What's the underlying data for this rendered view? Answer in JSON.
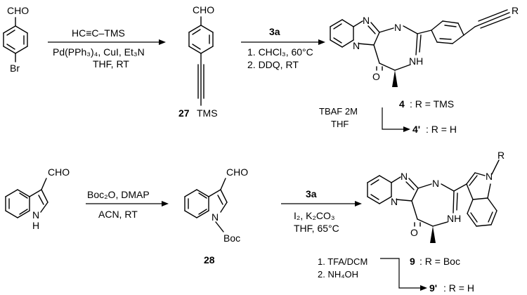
{
  "row1": {
    "sm_cho": "CHO",
    "sm_br": "Br",
    "step1_above": "HC≡C–TMS",
    "step1_below": [
      "Pd(PPh₃)₄, CuI, Et₃N",
      "THF, RT"
    ],
    "int_cho": "CHO",
    "int_tms": "TMS",
    "int_label": "27",
    "step2_above": "3a",
    "step2_below": [
      "1. CHCl₃, 60°C",
      "2. DDQ, RT"
    ],
    "prod_atoms": {
      "N1": "N",
      "N2": "N",
      "N3": "N",
      "NH": "NH",
      "O": "O",
      "R": "R"
    },
    "prod_label": "4",
    "prod_R": ": R = TMS",
    "deprot": [
      "TBAF 2M",
      "THF"
    ],
    "prod2_label": "4'",
    "prod2_R": ": R = H"
  },
  "row2": {
    "sm_cho": "CHO",
    "sm_nh": "N\nH",
    "sm_n": "N",
    "sm_h": "H",
    "step1_above": "Boc₂O, DMAP",
    "step1_below": "ACN, RT",
    "int_cho": "CHO",
    "int_n": "N",
    "int_boc": "Boc",
    "int_label": "28",
    "step2_above": "3a",
    "step2_below": [
      "I₂, K₂CO₃",
      "THF, 65°C"
    ],
    "prod_atoms": {
      "N1": "N",
      "N2": "N",
      "N3": "N",
      "NH": "NH",
      "O": "O",
      "N_ind": "N",
      "R": "R"
    },
    "prod_label": "9",
    "prod_R": ": R = Boc",
    "deprot": [
      "1. TFA/DCM",
      "2. NH₄OH"
    ],
    "prod2_label": "9'",
    "prod2_R": ": R = H"
  }
}
